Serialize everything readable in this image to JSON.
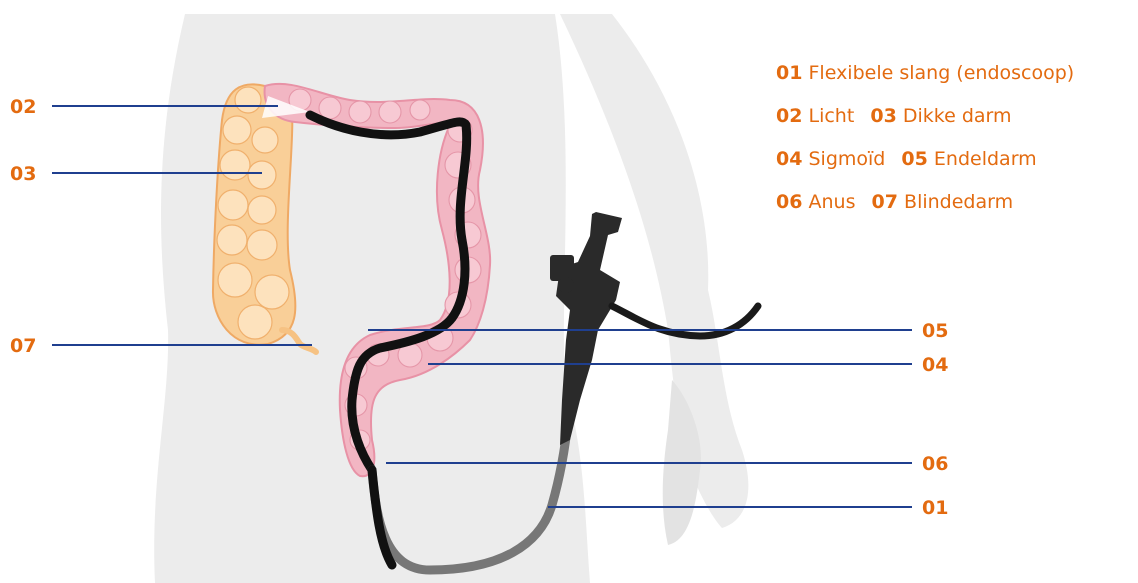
{
  "colors": {
    "accent": "#e36b10",
    "leader_line": "#1f3f8f",
    "body": "#ececec",
    "colon_pink": "#f2b6c3",
    "colon_orange": "#f9cf98",
    "scope": "#111111",
    "scope_outside": "#777777"
  },
  "callouts": {
    "c01": "01",
    "c02": "02",
    "c03": "03",
    "c04": "04",
    "c05": "05",
    "c06": "06",
    "c07": "07"
  },
  "legend": [
    [
      {
        "num": "01",
        "text": "Flexibele slang (endoscoop)"
      }
    ],
    [
      {
        "num": "02",
        "text": "Licht"
      },
      {
        "num": "03",
        "text": "Dikke darm"
      }
    ],
    [
      {
        "num": "04",
        "text": "Sigmoïd"
      },
      {
        "num": "05",
        "text": "Endeldarm"
      }
    ],
    [
      {
        "num": "06",
        "text": "Anus"
      },
      {
        "num": "07",
        "text": "Blindedarm"
      }
    ]
  ]
}
